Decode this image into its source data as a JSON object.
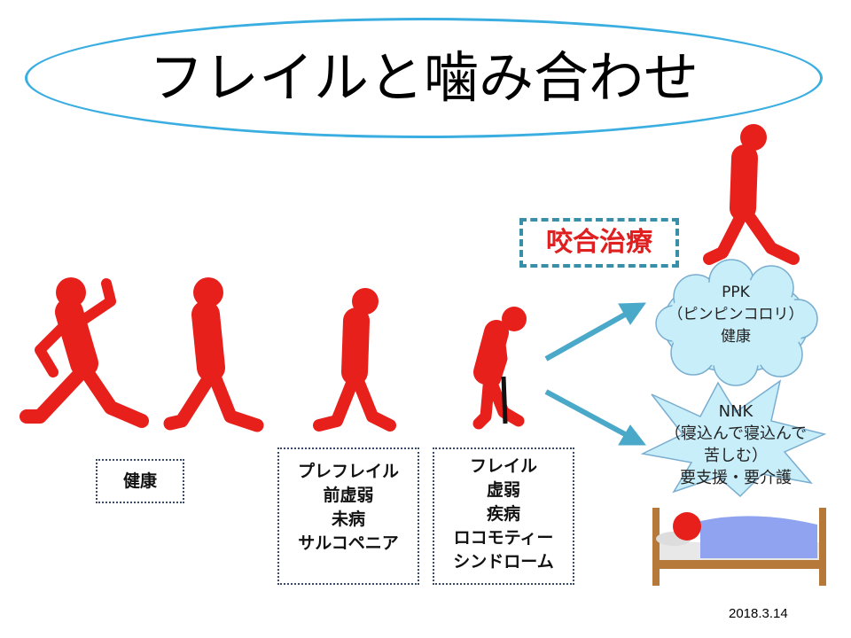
{
  "title": "フレイルと噛み合わせ",
  "treatment_label": "咬合治療",
  "stages": [
    {
      "lines": [
        "健康"
      ]
    },
    {
      "lines": [
        "プレフレイル",
        "前虚弱",
        "未病",
        "サルコペニア"
      ]
    },
    {
      "lines": [
        "フレイル",
        "虚弱",
        "疾病",
        "ロコモティー",
        "シンドローム"
      ]
    }
  ],
  "outcome_good": {
    "lines": [
      "PPK",
      "（ピンピンコロリ）",
      "健康"
    ]
  },
  "outcome_bad": {
    "lines": [
      "NNK",
      "（寝込んで寝込んで",
      "苦しむ）",
      "要支援・要介護"
    ]
  },
  "date": "2018.3.14",
  "colors": {
    "figure": "#e8201c",
    "ellipse": "#3aaee0",
    "arrow": "#4aa8c8",
    "treatment_text": "#e02020"
  }
}
